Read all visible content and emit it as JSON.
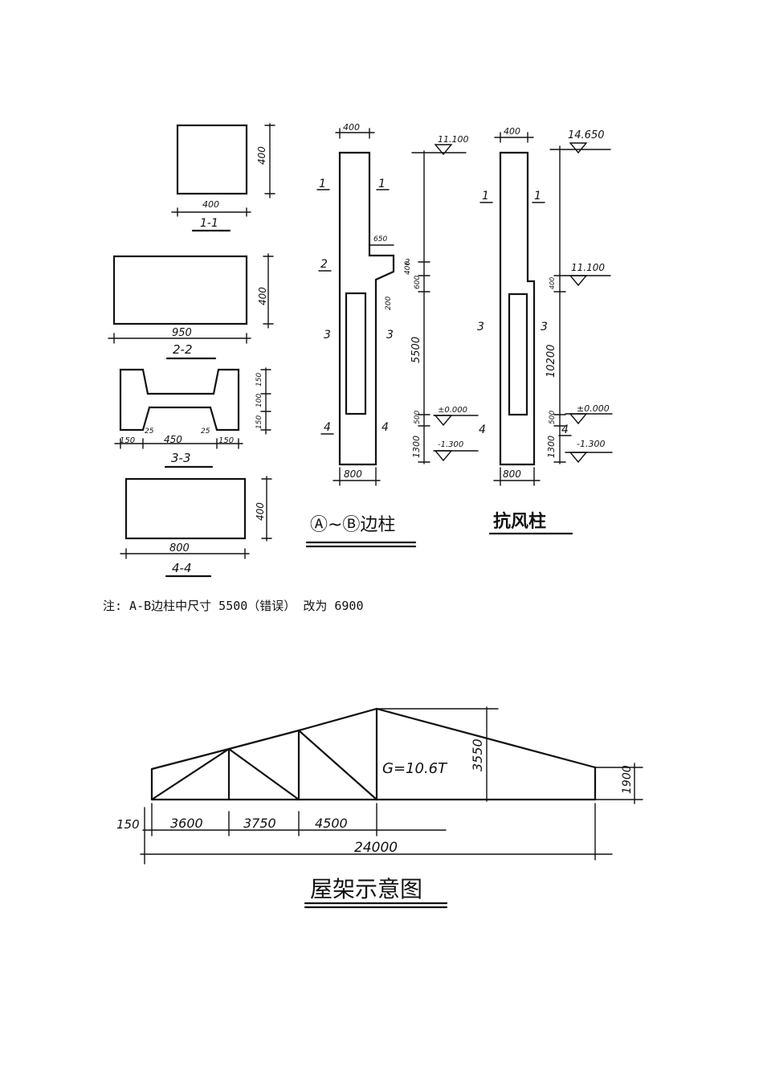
{
  "sections": {
    "s11": "1-1",
    "s22": "2-2",
    "s33": "3-3",
    "s44": "4-4"
  },
  "section_dims": {
    "s11_w": "400",
    "s11_h": "400",
    "s22_w": "950",
    "s22_h": "400",
    "s33_w_left": "150",
    "s33_w_left2": "25",
    "s33_w_mid": "450",
    "s33_w_right2": "25",
    "s33_w_right": "150",
    "s33_h_top": "150",
    "s33_h_mid": "100",
    "s33_h_bot": "150",
    "s44_w": "800",
    "s44_h": "400"
  },
  "col_ab": {
    "title": "Ⓐ~Ⓑ边柱",
    "top_width": "400",
    "bottom_width": "800",
    "elev_top": "11.100",
    "elev_zero": "±0.000",
    "elev_bottom": "-1.300",
    "d_650": "650",
    "d_400": "400",
    "d_600": "600",
    "d_200": "200",
    "d_5500": "5500",
    "d_500": "500",
    "d_1300": "1300",
    "cut_1": "1",
    "cut_2": "2",
    "cut_3": "3",
    "cut_4": "4"
  },
  "col_wind": {
    "title": "抗风柱",
    "top_width": "400",
    "bottom_width": "800",
    "elev_top": "14.650",
    "elev_mid": "11.100",
    "elev_zero": "±0.000",
    "elev_bottom": "-1.300",
    "d_400": "400",
    "d_10200": "10200",
    "d_500": "500",
    "d_1300": "1300",
    "cut_1": "1",
    "cut_3": "3",
    "cut_4": "4"
  },
  "note": "注: A-B边柱中尺寸 5500（错误） 改为 6900",
  "truss": {
    "title": "屋架示意图",
    "load": "G=10.6T",
    "h_total": "3550",
    "h_end": "1900",
    "d_150": "150",
    "d_3600": "3600",
    "d_3750": "3750",
    "d_4500": "4500",
    "span": "24000"
  }
}
